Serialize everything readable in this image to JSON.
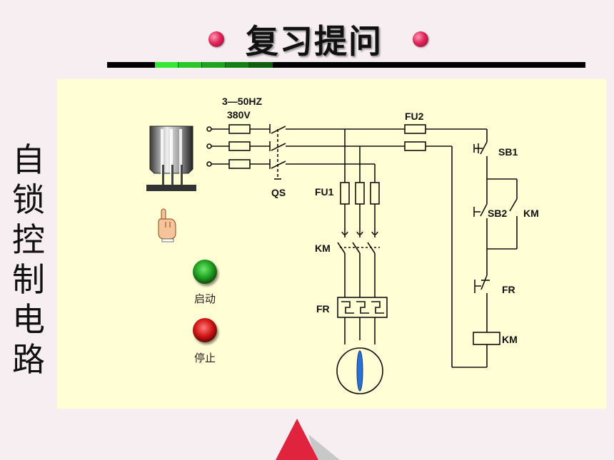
{
  "header": {
    "title": "复习提问"
  },
  "side_title": [
    "自",
    "锁",
    "控",
    "制",
    "电",
    "路"
  ],
  "buttons": {
    "start_label": "启动",
    "stop_label": "停止"
  },
  "diagram": {
    "supply": "3—50HZ",
    "voltage": "380V",
    "labels": {
      "qs": "QS",
      "fu1": "FU1",
      "fu2": "FU2",
      "km_main": "KM",
      "fr_main": "FR",
      "sb1": "SB1",
      "sb2": "SB2",
      "km_aux": "KM",
      "fr_ctrl": "FR",
      "km_coil": "KM"
    }
  },
  "colors": {
    "panel_bg": "#fffed5",
    "page_bg": "#f7eef1",
    "accent_red": "#e0245a",
    "rule_green": "#22cc22"
  }
}
